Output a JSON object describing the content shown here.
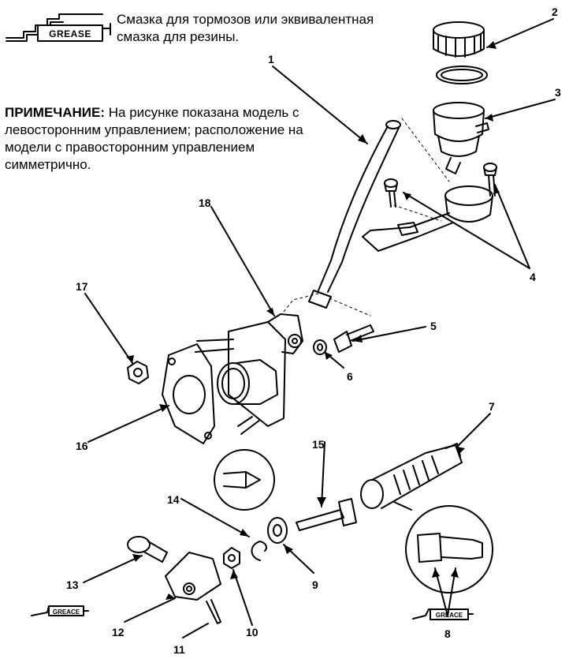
{
  "legend": {
    "badge": "GREASE",
    "text": "Смазка для тормозов или эквивалентная смазка для резины."
  },
  "note": {
    "label": "ПРИМЕЧАНИЕ:",
    "text": "На рисунке показана модель с левосторонним управлением; расположение на модели с правосторонним управлением симметрично."
  },
  "small_badges": [
    "GREACE",
    "GREACE"
  ],
  "callouts": [
    "1",
    "2",
    "3",
    "4",
    "5",
    "6",
    "7",
    "8",
    "9",
    "10",
    "11",
    "12",
    "13",
    "14",
    "15",
    "16",
    "17",
    "18"
  ]
}
